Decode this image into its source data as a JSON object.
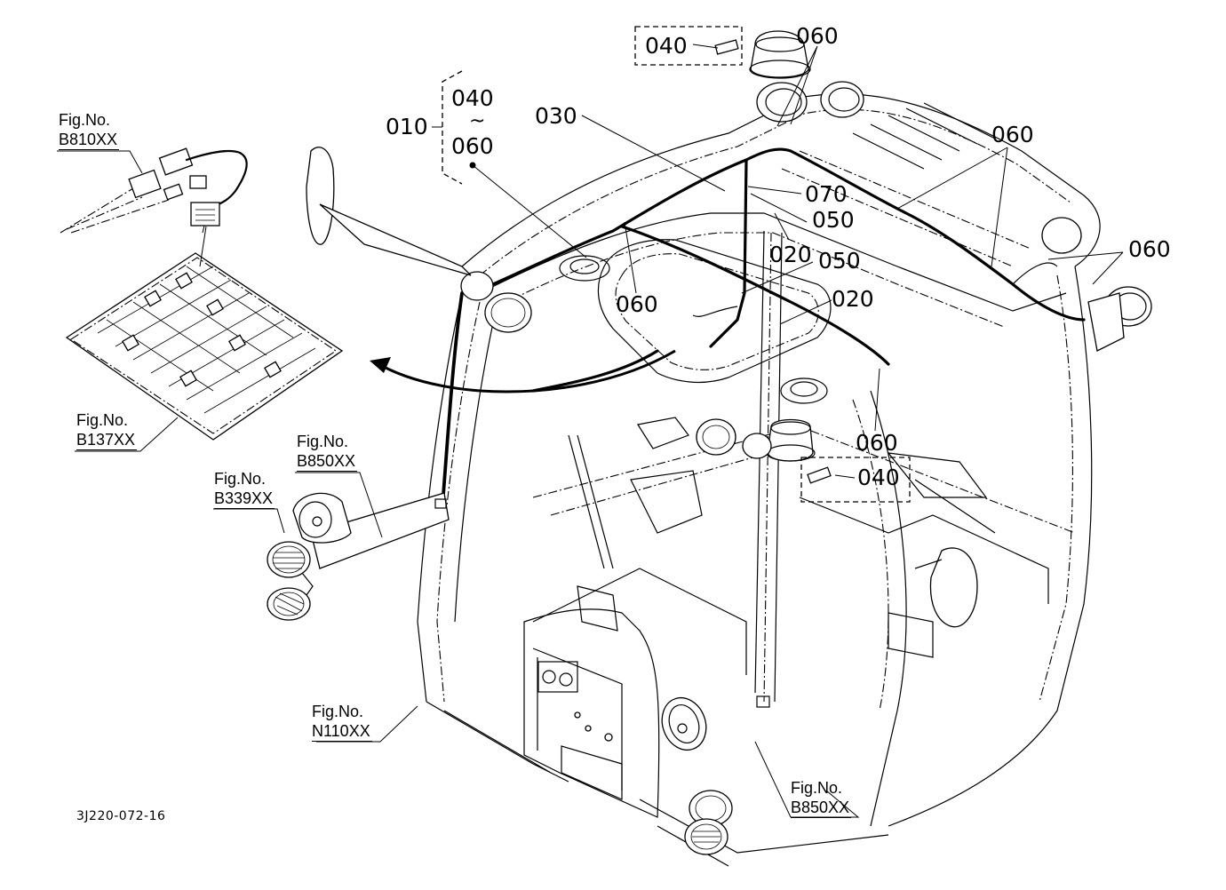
{
  "drawing": {
    "title": "Cab wiring harness / work lights exploded view",
    "diagram_code": "3J220-072-16"
  },
  "callouts": {
    "harness_assembly": "010",
    "range_start": "040",
    "range_tilde": "~",
    "range_end": "060",
    "part_020_a": "020",
    "part_020_b": "020",
    "part_030": "030",
    "part_040_top": "040",
    "part_040_bottom": "040",
    "part_050_a": "050",
    "part_050_b": "050",
    "part_060_top": "060",
    "part_060_left": "060",
    "part_060_right_top": "060",
    "part_060_right": "060",
    "part_060_mid": "060",
    "part_070": "070"
  },
  "figure_references": [
    {
      "label": "Fig.No.",
      "number": "B810XX"
    },
    {
      "label": "Fig.No.",
      "number": "B137XX"
    },
    {
      "label": "Fig.No.",
      "number": "B850XX"
    },
    {
      "label": "Fig.No.",
      "number": "B339XX"
    },
    {
      "label": "Fig.No.",
      "number": "N110XX"
    },
    {
      "label": "Fig.No.",
      "number": "B850XX"
    }
  ]
}
